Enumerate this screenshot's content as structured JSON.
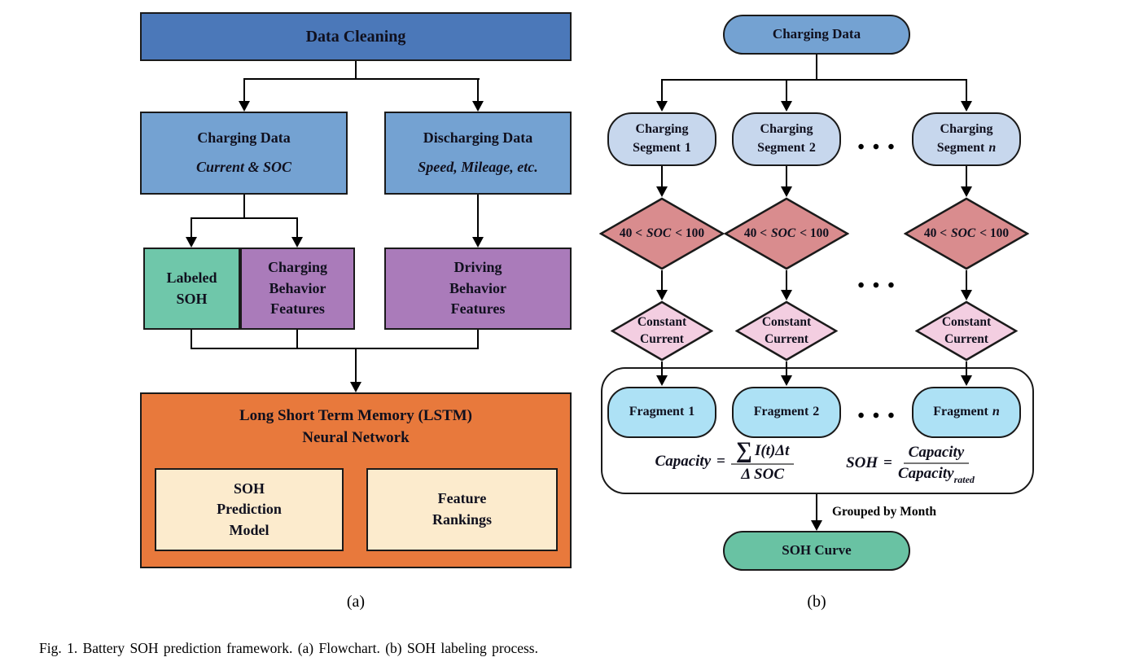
{
  "caption": "Fig. 1.  Battery SOH prediction framework. (a) Flowchart. (b) SOH labeling process.",
  "colors": {
    "dark_blue": "#4b78b9",
    "medium_blue": "#74a2d2",
    "light_blue": "#c7d7ed",
    "teal": "#6fc7aa",
    "teal_soh_curve": "#69c2a3",
    "purple": "#aa7bba",
    "orange": "#e8793c",
    "cream": "#fcebcd",
    "salmon_diamond": "#d98c8e",
    "pink_diamond": "#f3cee1",
    "cyan_fragment": "#ade1f5",
    "line": "#000000"
  },
  "panel_a": {
    "label": "(a)",
    "data_cleaning": "Data Cleaning",
    "charging_data": {
      "title": "Charging Data",
      "subtitle": "Current & SOC"
    },
    "discharging_data": {
      "title": "Discharging Data",
      "subtitle": "Speed, Mileage, etc."
    },
    "labeled_soh": {
      "lines": [
        "Labeled",
        "SOH"
      ]
    },
    "charging_behavior": {
      "lines": [
        "Charging",
        "Behavior",
        "Features"
      ]
    },
    "driving_behavior": {
      "lines": [
        "Driving",
        "Behavior",
        "Features"
      ]
    },
    "lstm": {
      "title_lines": [
        "Long Short Term Memory (LSTM)",
        "Neural Network"
      ]
    },
    "soh_prediction": {
      "lines": [
        "SOH",
        "Prediction",
        "Model"
      ]
    },
    "feature_rankings": {
      "lines": [
        "Feature",
        "Rankings"
      ]
    }
  },
  "panel_b": {
    "label": "(b)",
    "charging_data": "Charging Data",
    "segments": [
      {
        "line1": "Charging",
        "line2_pre": "Segment",
        "line2_var": "1"
      },
      {
        "line1": "Charging",
        "line2_pre": "Segment",
        "line2_var": "2"
      },
      {
        "line1": "Charging",
        "line2_pre": "Segment",
        "line2_var": "n"
      }
    ],
    "ellipsis": "• • •",
    "soc_condition": {
      "pre": "40 <",
      "var": "SOC",
      "post": "< 100"
    },
    "constant_current": {
      "lines": [
        "Constant",
        "Current"
      ]
    },
    "fragments": [
      {
        "pre": "Fragment",
        "var": "1"
      },
      {
        "pre": "Fragment",
        "var": "2"
      },
      {
        "pre": "Fragment",
        "var": "n"
      }
    ],
    "formula_capacity": {
      "lhs": "Capacity",
      "eq": "=",
      "sigma": "∑",
      "numerator": "I(t)Δt",
      "denominator": "Δ SOC"
    },
    "formula_soh": {
      "lhs": "SOH",
      "eq": "=",
      "numerator": "Capacity",
      "denominator": "Capacity",
      "den_sub": "rated"
    },
    "grouped_by": "Grouped by Month",
    "soh_curve": "SOH Curve"
  }
}
